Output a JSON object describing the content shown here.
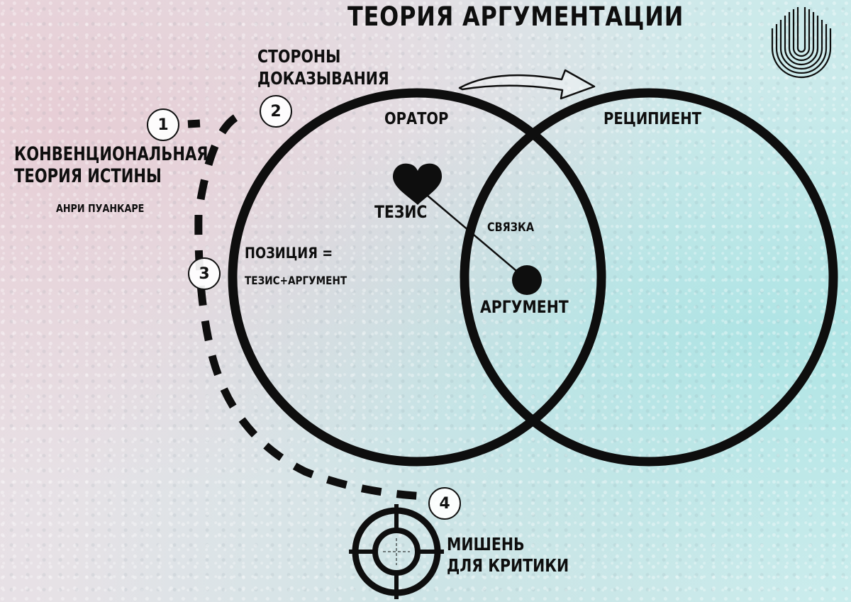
{
  "title": "ТЕОРИЯ АРГУМЕНТАЦИИ",
  "sides_label": [
    "СТОРОНЫ",
    "ДОКАЗЫВАНИЯ"
  ],
  "conventional": {
    "lines": [
      "КОНВЕНЦИОНАЛЬНАЯ",
      "ТЕОРИЯ ИСТИНЫ"
    ],
    "author": "АНРИ ПУАНКАРЕ"
  },
  "circles": {
    "left": "ОРАТОР",
    "right": "РЕЦИПИЕНТ"
  },
  "thesis": "ТЕЗИС",
  "link": "СВЯЗКА",
  "position": {
    "label": "ПОЗИЦИЯ =",
    "formula": "ТЕЗИС+АРГУМЕНТ"
  },
  "argument": "АРГУМЕНТ",
  "target": [
    "МИШЕНЬ",
    "ДЛЯ КРИТИКИ"
  ],
  "steps": [
    "1",
    "2",
    "3",
    "4"
  ],
  "icons": [
    "heart-icon",
    "dot-icon",
    "crosshair-icon",
    "arrow-icon",
    "logo-icon"
  ],
  "colors": {
    "ink": "#0e0e0e",
    "background_left": "#e9dfe4",
    "background_right": "#c9ecec"
  }
}
